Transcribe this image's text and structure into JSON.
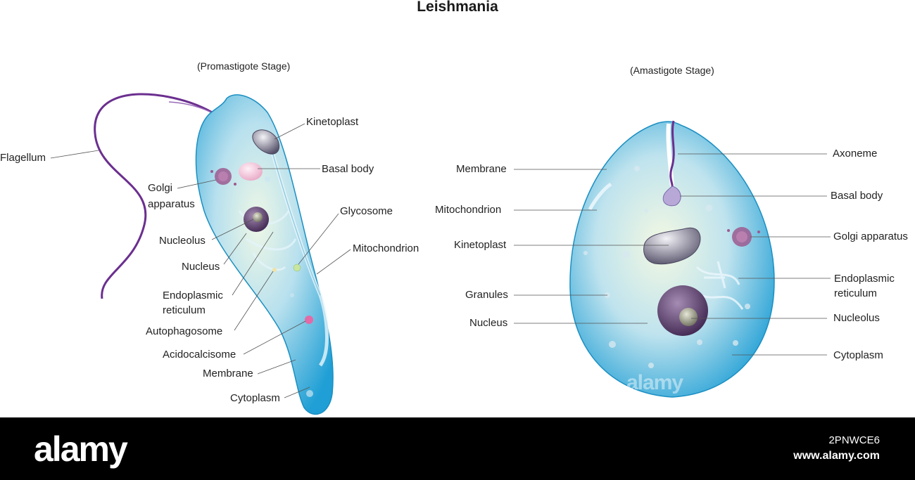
{
  "title": "Leishmania",
  "promastigote": {
    "stage": "(Promastigote Stage)",
    "labels": {
      "flagellum": "Flagellum",
      "kinetoplast": "Kinetoplast",
      "basal_body": "Basal body",
      "golgi_1": "Golgi",
      "golgi_2": "apparatus",
      "glycosome": "Glycosome",
      "nucleolus": "Nucleolus",
      "mitochondrion": "Mitochondrion",
      "nucleus": "Nucleus",
      "er_1": "Endoplasmic",
      "er_2": "reticulum",
      "autophagosome": "Autophagosome",
      "acidocalcisome": "Acidocalcisome",
      "membrane": "Membrane",
      "cytoplasm": "Cytoplasm"
    }
  },
  "amastigote": {
    "stage": "(Amastigote Stage)",
    "labels": {
      "membrane": "Membrane",
      "axoneme": "Axoneme",
      "basal_body": "Basal body",
      "mitochondrion": "Mitochondrion",
      "golgi": "Golgi apparatus",
      "kinetoplast": "Kinetoplast",
      "er_1": "Endoplasmic",
      "er_2": "reticulum",
      "granules": "Granules",
      "nucleolus": "Nucleolus",
      "nucleus": "Nucleus",
      "cytoplasm": "Cytoplasm"
    }
  },
  "watermark": "alamy",
  "footer": {
    "brand": "alamy",
    "image_id": "2PNWCE6",
    "site": "www.alamy.com"
  },
  "colors": {
    "cell_blue": "#2aa7d8",
    "cell_light": "#d9f0e8",
    "flagellum_purple": "#6b2f8f",
    "organelle_gray": "#6e6a80",
    "nucleus_purple": "#5a3d6b",
    "basal_pink": "#f2c6d8"
  }
}
